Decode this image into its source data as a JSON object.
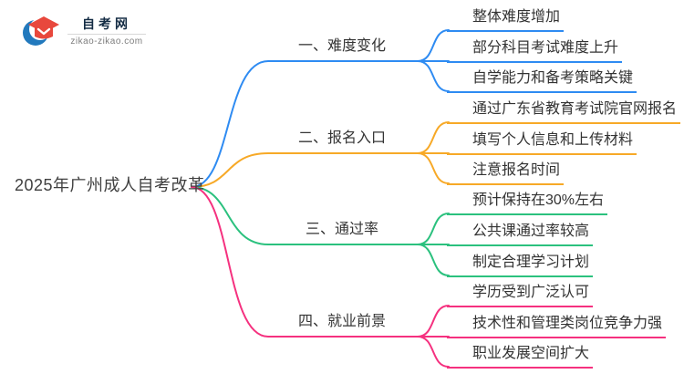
{
  "logo": {
    "title": "自考网",
    "domain": "zikao-zikao.com",
    "cap_color": "#e8483d",
    "crescent_color": "#2279bd"
  },
  "mindmap": {
    "root": "2025年广州成人自考改革",
    "branches": [
      {
        "label": "一、难度变化",
        "color": "#2e8bf2",
        "children": [
          "整体难度增加",
          "部分科目考试难度上升",
          "自学能力和备考策略关键"
        ]
      },
      {
        "label": "二、报名入口",
        "color": "#f7a927",
        "children": [
          "通过广东省教育考试院官网报名",
          "填写个人信息和上传材料",
          "注意报名时间"
        ]
      },
      {
        "label": "三、通过率",
        "color": "#2bc17e",
        "children": [
          "预计保持在30%左右",
          "公共课通过率较高",
          "制定合理学习计划"
        ]
      },
      {
        "label": "四、就业前景",
        "color": "#f5317f",
        "children": [
          "学历受到广泛认可",
          "技术性和管理类岗位竞争力强",
          "职业发展空间扩大"
        ]
      }
    ]
  }
}
